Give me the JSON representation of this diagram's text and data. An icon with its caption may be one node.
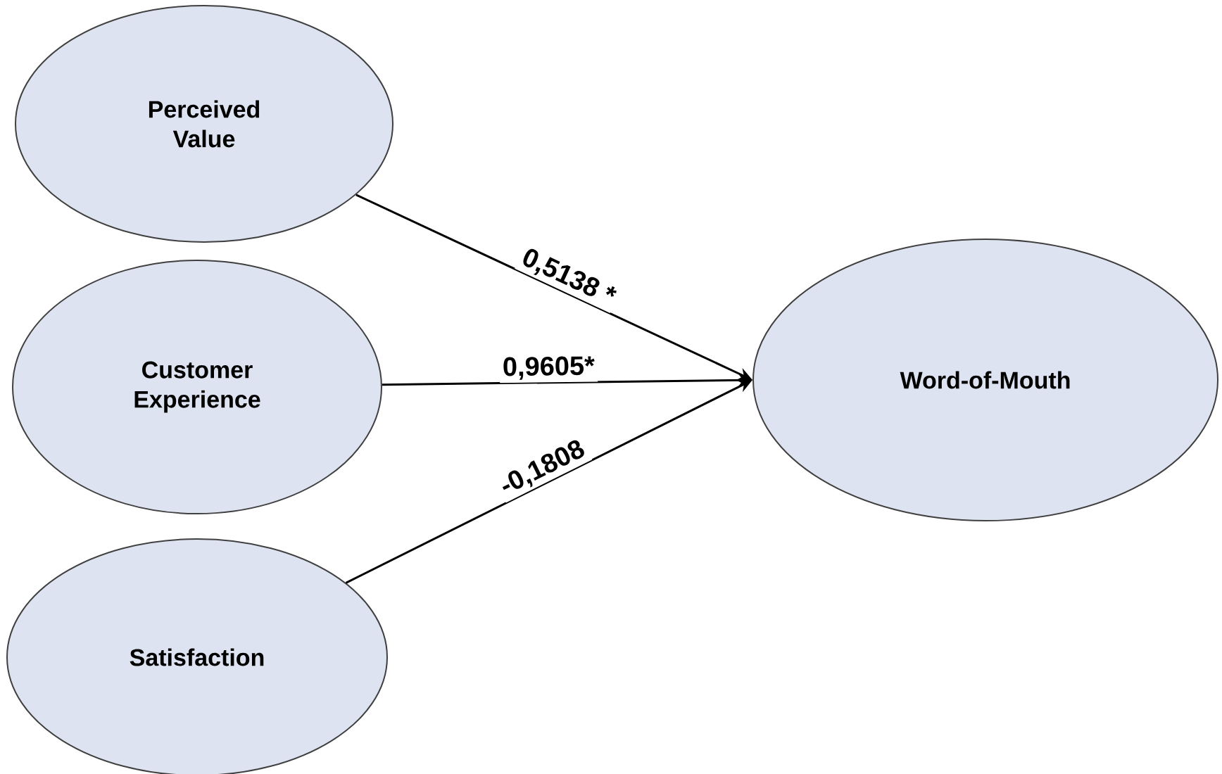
{
  "diagram": {
    "nodes": [
      {
        "text": [
          "Perceived Value"
        ]
      },
      {
        "text": [
          "Customer Experience"
        ]
      },
      {
        "text": [
          "Satisfaction"
        ]
      },
      {
        "text": [
          "Word-of-Mouth"
        ]
      }
    ],
    "edges": [
      {
        "from": 0,
        "to": 3,
        "arrow": "to",
        "label": "0,5138 *"
      },
      {
        "from": 1,
        "to": 3,
        "arrow": "to",
        "label": "0,9605*"
      },
      {
        "from": 2,
        "to": 3,
        "arrow": "to",
        "label": "-0,1808"
      }
    ]
  }
}
